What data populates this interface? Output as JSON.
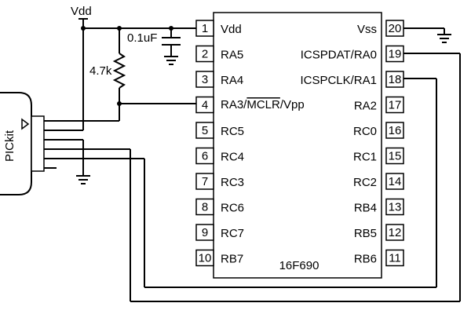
{
  "supply_label": "Vdd",
  "capacitor_label": "0.1uF",
  "resistor_label": "4.7k",
  "programmer_label": "PICkit",
  "chip_label": "16F690",
  "mclr_pin_label": {
    "prefix": "RA3/",
    "overline": "MCLR",
    "suffix": "/Vpp"
  },
  "left_pins": [
    {
      "num": "1",
      "name": "Vdd"
    },
    {
      "num": "2",
      "name": "RA5"
    },
    {
      "num": "3",
      "name": "RA4"
    },
    {
      "num": "4",
      "name": ""
    },
    {
      "num": "5",
      "name": "RC5"
    },
    {
      "num": "6",
      "name": "RC4"
    },
    {
      "num": "7",
      "name": "RC3"
    },
    {
      "num": "8",
      "name": "RC6"
    },
    {
      "num": "9",
      "name": "RC7"
    },
    {
      "num": "10",
      "name": "RB7"
    }
  ],
  "right_pins": [
    {
      "num": "20",
      "name": "Vss"
    },
    {
      "num": "19",
      "name": "ICSPDAT/RA0"
    },
    {
      "num": "18",
      "name": "ICSPCLK/RA1"
    },
    {
      "num": "17",
      "name": "RA2"
    },
    {
      "num": "16",
      "name": "RC0"
    },
    {
      "num": "15",
      "name": "RC1"
    },
    {
      "num": "14",
      "name": "RC2"
    },
    {
      "num": "13",
      "name": "RB4"
    },
    {
      "num": "12",
      "name": "RB5"
    },
    {
      "num": "11",
      "name": "RB6"
    }
  ]
}
